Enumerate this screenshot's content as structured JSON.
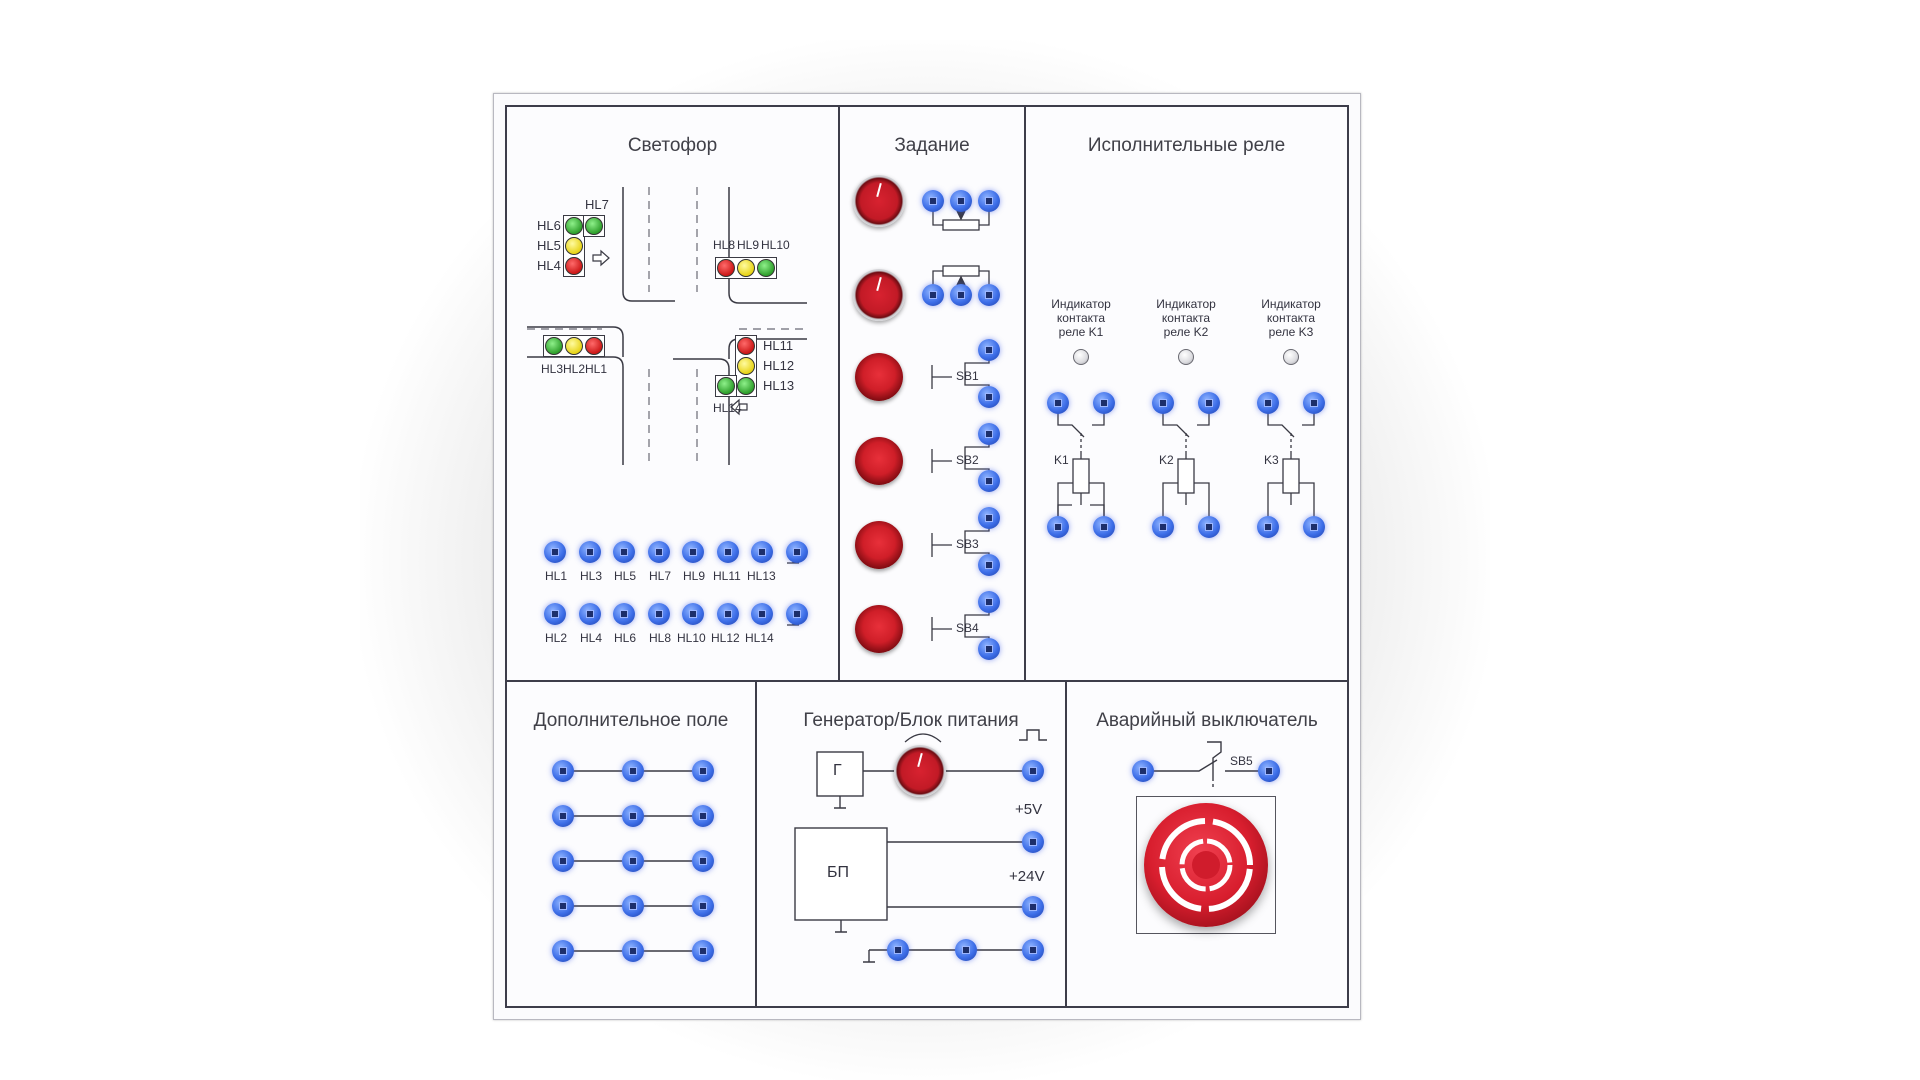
{
  "panels": {
    "traffic": {
      "title": "Светофор",
      "lamp_labels": {
        "hl1": "HL1",
        "hl2": "HL2",
        "hl3": "HL3",
        "hl4": "HL4",
        "hl5": "HL5",
        "hl6": "HL6",
        "hl7": "HL7",
        "hl8": "HL8",
        "hl9": "HL9",
        "hl10": "HL10",
        "hl11": "HL11",
        "hl12": "HL12",
        "hl13": "HL13",
        "hl14": "HL14"
      },
      "socket_row_top": [
        "HL1",
        "HL3",
        "HL5",
        "HL7",
        "HL9",
        "HL11",
        "HL13"
      ],
      "socket_row_bottom": [
        "HL2",
        "HL4",
        "HL6",
        "HL8",
        "HL10",
        "HL12",
        "HL14"
      ]
    },
    "task": {
      "title": "Задание",
      "buttons": [
        "SB1",
        "SB2",
        "SB3",
        "SB4"
      ]
    },
    "relays": {
      "title": "Исполнительные реле",
      "indicator_line1": "Индикатор",
      "indicator_line2": "контакта",
      "indicators": [
        "реле K1",
        "реле K2",
        "реле K3"
      ],
      "coils": [
        "K1",
        "K2",
        "K3"
      ]
    },
    "extra": {
      "title": "Дополнительное поле"
    },
    "generator": {
      "title": "Генератор/Блок питания",
      "gen_label": "Г",
      "psu_label": "БП",
      "v5": "+5V",
      "v24": "+24V"
    },
    "emergency": {
      "title": "Аварийный выключатель",
      "switch_label": "SB5"
    }
  },
  "colors": {
    "socket": "#3d6ee8",
    "button_red": "#cf1e28",
    "lamp_red": "#cc1818",
    "lamp_yellow": "#e7d316",
    "lamp_green": "#2f9f2c",
    "frame": "#3d3d4a"
  }
}
